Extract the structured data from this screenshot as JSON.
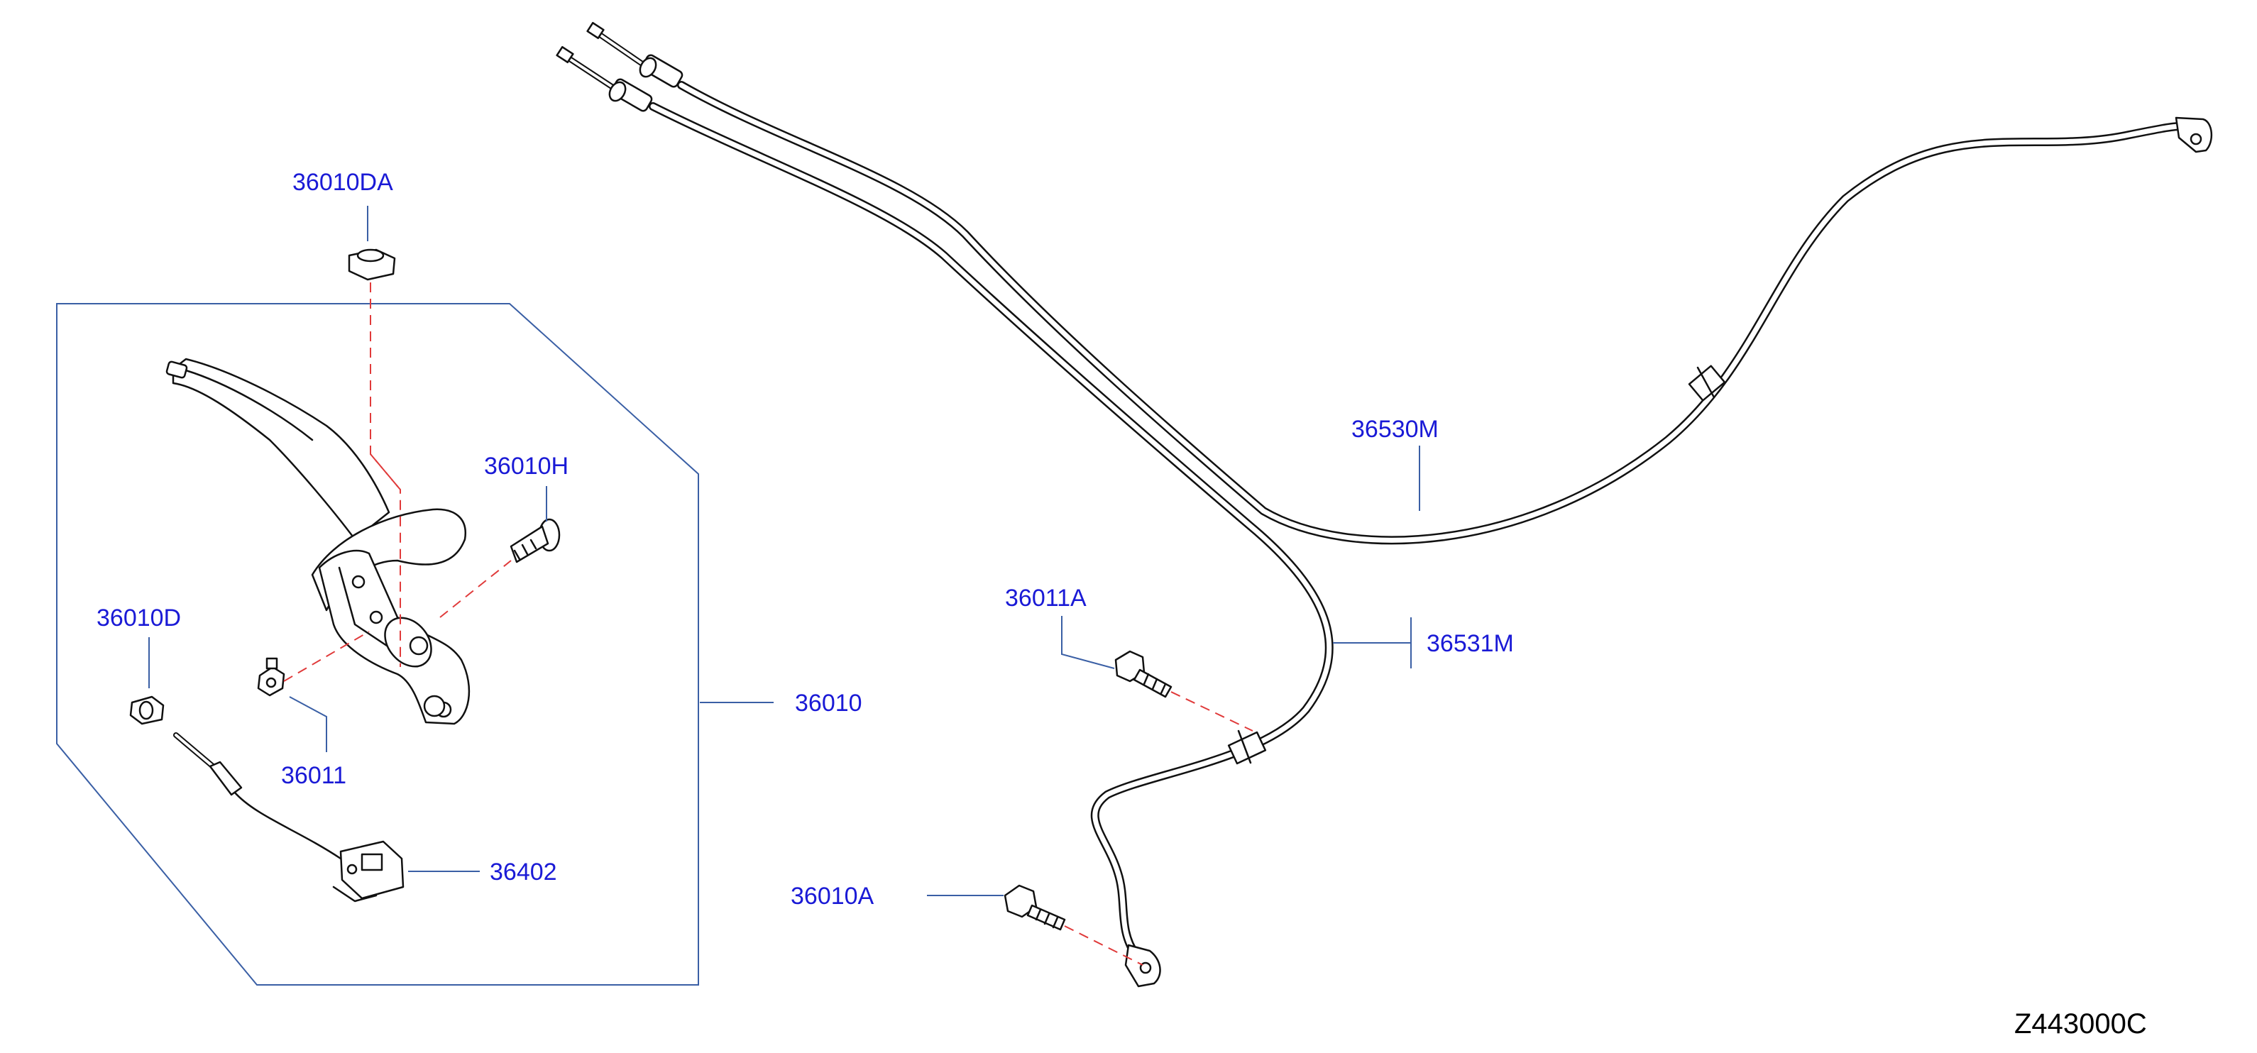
{
  "diagram": {
    "code": "Z443000C",
    "colors": {
      "label": "#1a1ad6",
      "leader": "#3a5fa5",
      "dash": "#e03a3a",
      "part_line": "#111111"
    },
    "parts": [
      {
        "key": "36010DA",
        "label": "36010DA"
      },
      {
        "key": "36010H",
        "label": "36010H"
      },
      {
        "key": "36010D",
        "label": "36010D"
      },
      {
        "key": "36011",
        "label": "36011"
      },
      {
        "key": "36010",
        "label": "36010"
      },
      {
        "key": "36402",
        "label": "36402"
      },
      {
        "key": "36530M",
        "label": "36530M"
      },
      {
        "key": "36011A",
        "label": "36011A"
      },
      {
        "key": "36531M",
        "label": "36531M"
      },
      {
        "key": "36010A",
        "label": "36010A"
      }
    ]
  }
}
